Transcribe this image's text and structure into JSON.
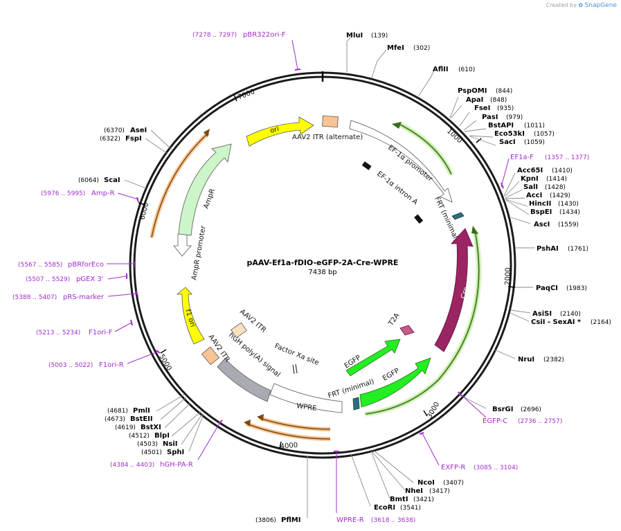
{
  "plasmid": {
    "name": "pAAV-Ef1a-fDIO-eGFP-2A-Cre-WPRE",
    "size": "7438 bp"
  },
  "credit": {
    "text": "Created by",
    "brand": "SnapGene"
  },
  "colors": {
    "backbone": "#1a1a1a",
    "primer": "#a12cc9",
    "ori": "#ffff00",
    "itr": "#f8c493",
    "ampr": "#ccf5c9",
    "egfp": "#22ee22",
    "cre": "#9b2462",
    "wpre": "#ffffff",
    "polya": "#a8acb2",
    "frt": "#2c6e7e",
    "primer_bind": "#f6a533",
    "green_glow": "#a6e07a"
  },
  "ticks": [
    "1000",
    "2000",
    "3000",
    "4000",
    "5000",
    "6000",
    "7000"
  ],
  "enzymes_right": [
    {
      "name": "MluI",
      "pos": "(139)"
    },
    {
      "name": "MfeI",
      "pos": "(302)"
    },
    {
      "name": "AflII",
      "pos": "(610)"
    },
    {
      "name": "PspOMI",
      "pos": "(844)"
    },
    {
      "name": "ApaI",
      "pos": "(848)"
    },
    {
      "name": "FseI",
      "pos": "(935)"
    },
    {
      "name": "PasI",
      "pos": "(979)"
    },
    {
      "name": "BstAPI",
      "pos": "(1011)"
    },
    {
      "name": "Eco53kI",
      "pos": "(1057)"
    },
    {
      "name": "SacI",
      "pos": "(1059)"
    },
    {
      "name": "Acc65I",
      "pos": "(1410)"
    },
    {
      "name": "KpnI",
      "pos": "(1414)"
    },
    {
      "name": "SalI",
      "pos": "(1428)"
    },
    {
      "name": "AccI",
      "pos": "(1429)"
    },
    {
      "name": "HincII",
      "pos": "(1430)"
    },
    {
      "name": "BspEI",
      "pos": "(1434)"
    },
    {
      "name": "AscI",
      "pos": "(1559)"
    },
    {
      "name": "PshAI",
      "pos": "(1761)"
    },
    {
      "name": "PaqCI",
      "pos": "(1983)"
    },
    {
      "name": "AsiSI",
      "pos": "(2140)"
    },
    {
      "name": "CsiI  - SexAI *",
      "pos": "(2164)"
    },
    {
      "name": "NruI",
      "pos": "(2382)"
    },
    {
      "name": "BsrGI",
      "pos": "(2696)"
    }
  ],
  "enzymes_bottom": [
    {
      "name": "NcoI",
      "pos": "(3407)"
    },
    {
      "name": "NheI",
      "pos": "(3417)"
    },
    {
      "name": "BmtI",
      "pos": "(3421)"
    },
    {
      "name": "EcoRI",
      "pos": "(3541)"
    },
    {
      "name": "PflMI",
      "pos": "(3806)"
    }
  ],
  "enzymes_left": [
    {
      "name": "PmlI",
      "pos": "(4681)"
    },
    {
      "name": "BstEII",
      "pos": "(4673)"
    },
    {
      "name": "BstXI",
      "pos": "(4619)"
    },
    {
      "name": "BlpI",
      "pos": "(4512)"
    },
    {
      "name": "NsiI",
      "pos": "(4503)"
    },
    {
      "name": "SphI",
      "pos": "(4501)"
    },
    {
      "name": "ScaI",
      "pos": "(6064)"
    },
    {
      "name": "AseI",
      "pos": "(6370)"
    },
    {
      "name": "FspI",
      "pos": "(6322)"
    }
  ],
  "primers": [
    {
      "name": "pBR322ori-F",
      "pos": "(7278 .. 7297)"
    },
    {
      "name": "EF1a-F",
      "pos": "(1357 .. 1377)"
    },
    {
      "name": "EGFP-C",
      "pos": "(2736 .. 2757)"
    },
    {
      "name": "EXFP-R",
      "pos": "(3085 .. 3104)"
    },
    {
      "name": "WPRE-R",
      "pos": "(3618 .. 3638)"
    },
    {
      "name": "hGH-PA-R",
      "pos": "(4384 .. 4403)"
    },
    {
      "name": "F1ori-R",
      "pos": "(5003 .. 5022)"
    },
    {
      "name": "F1ori-F",
      "pos": "(5213 .. 5234)"
    },
    {
      "name": "pRS-marker",
      "pos": "(5388 .. 5407)"
    },
    {
      "name": "pGEX 3'",
      "pos": "(5507 .. 5529)"
    },
    {
      "name": "pBRforEco",
      "pos": "(5567 .. 5585)"
    },
    {
      "name": "Amp-R",
      "pos": "(5976 .. 5995)"
    }
  ],
  "features": {
    "ori": "ori",
    "itr_alt": "AAV2 ITR (alternate)",
    "ef1a_promoter": "EF-1α promoter",
    "ef1a_intron": "EF-1α intron A",
    "frt_minimal_top": "FRT (minimal)",
    "cre": "Cre",
    "t2a": "T2A",
    "egfp_inner": "EGFP",
    "egfp_outer": "EGFP",
    "frt_minimal_bottom": "FRT (minimal)",
    "wpre": "WPRE",
    "hgh_polya": "hGH poly(A) signal",
    "itr_bottom": "AAV2 ITR",
    "itr_inner": "AAV2 ITR",
    "factor_xa": "Factor Xa site",
    "f1_ori": "f1 ori",
    "ampr_promoter": "AmpR promoter",
    "ampr": "AmpR"
  }
}
